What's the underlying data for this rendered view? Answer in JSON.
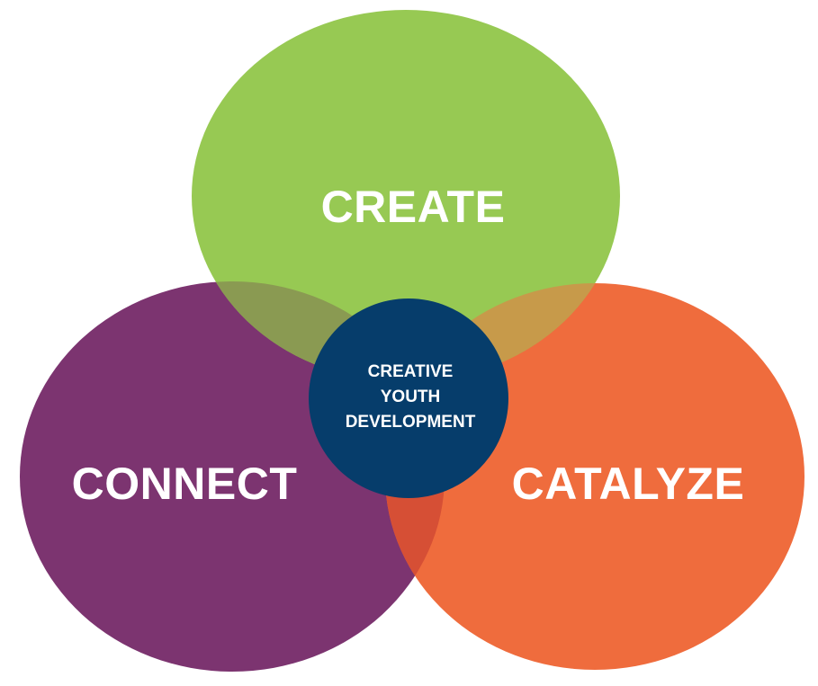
{
  "diagram": {
    "center": {
      "lines": [
        "CREATIVE",
        "YOUTH",
        "DEVELOPMENT"
      ],
      "color": "#063d6b"
    },
    "circles": {
      "create": {
        "label": "CREATE",
        "color": "#97c953"
      },
      "connect": {
        "label": "CONNECT",
        "color": "#7c3470"
      },
      "catalyze": {
        "label": "CATALYZE",
        "color": "#ef6c3d"
      }
    },
    "overlaps": {
      "create_connect": "#8a9a52",
      "create_catalyze": "#c79a4a",
      "connect_catalyze": "#d64f35"
    }
  }
}
